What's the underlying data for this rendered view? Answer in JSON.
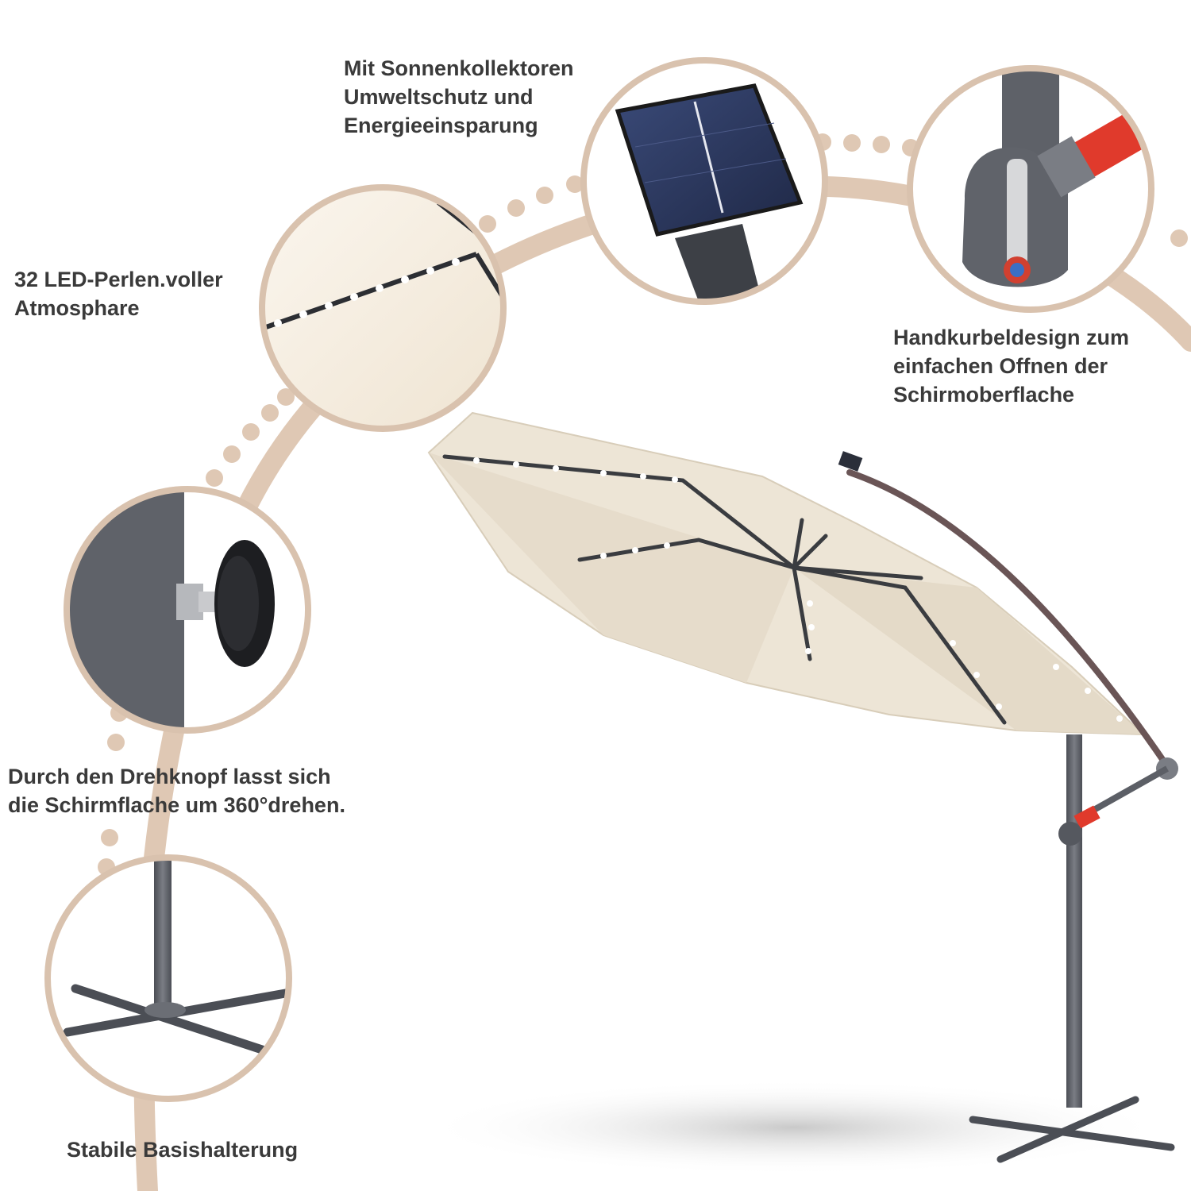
{
  "colors": {
    "arc": "#dfc8b4",
    "dots": "#dfc8b4",
    "circle_border": "#d9c2ae",
    "canopy": "#ede5d6",
    "canopy_shade": "#e2d7c4",
    "frame": "#5c5f66",
    "frame_dark": "#3f4248",
    "accent_red": "#e03a2c",
    "text": "#3a3a3a",
    "shadow": "#cfcfcf"
  },
  "features": [
    {
      "id": "solar",
      "icon": "solar-panel-icon",
      "lines": [
        "Mit Sonnenkollektoren",
        "Umweltschutz und",
        "Energieeinsparung"
      ]
    },
    {
      "id": "led",
      "icon": "led-beads-icon",
      "lines": [
        "32 LED-Perlen.voller",
        "Atmosphare"
      ]
    },
    {
      "id": "crank",
      "icon": "hand-crank-icon",
      "lines": [
        "Handkurbeldesign zum",
        "einfachen Offnen der",
        "Schirmoberflache"
      ]
    },
    {
      "id": "knob",
      "icon": "rotation-knob-icon",
      "lines": [
        "Durch den Drehknopf lasst sich",
        "die Schirmflache um 360°drehen."
      ]
    },
    {
      "id": "base",
      "icon": "cross-base-icon",
      "lines": [
        "Stabile Basishalterung"
      ]
    }
  ]
}
